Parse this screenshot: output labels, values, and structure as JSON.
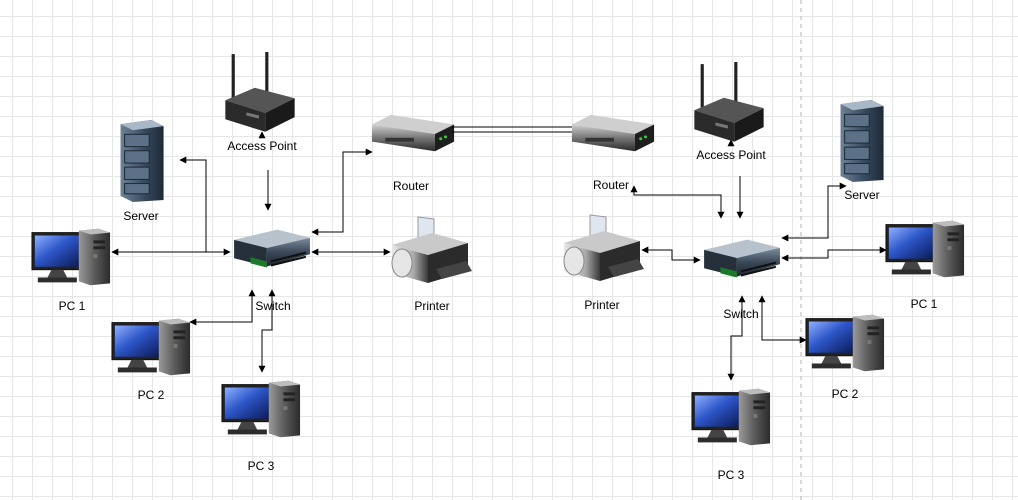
{
  "left": {
    "access_point": "Access Point",
    "router": "Router",
    "server": "Server",
    "switch": "Switch",
    "printer": "Printer",
    "pc1": "PC 1",
    "pc2": "PC 2",
    "pc3": "PC 3"
  },
  "right": {
    "access_point": "Access Point",
    "router": "Router",
    "server": "Server",
    "switch": "Switch",
    "printer": "Printer",
    "pc1": "PC 1",
    "pc2": "PC 2",
    "pc3": "PC 3"
  },
  "colors": {
    "connector": "#000000",
    "switch_body": "#3c4a5c",
    "monitor_screen": "#2b4b9c",
    "tower": "#5a5a5a",
    "server": "#3e4c5e"
  }
}
